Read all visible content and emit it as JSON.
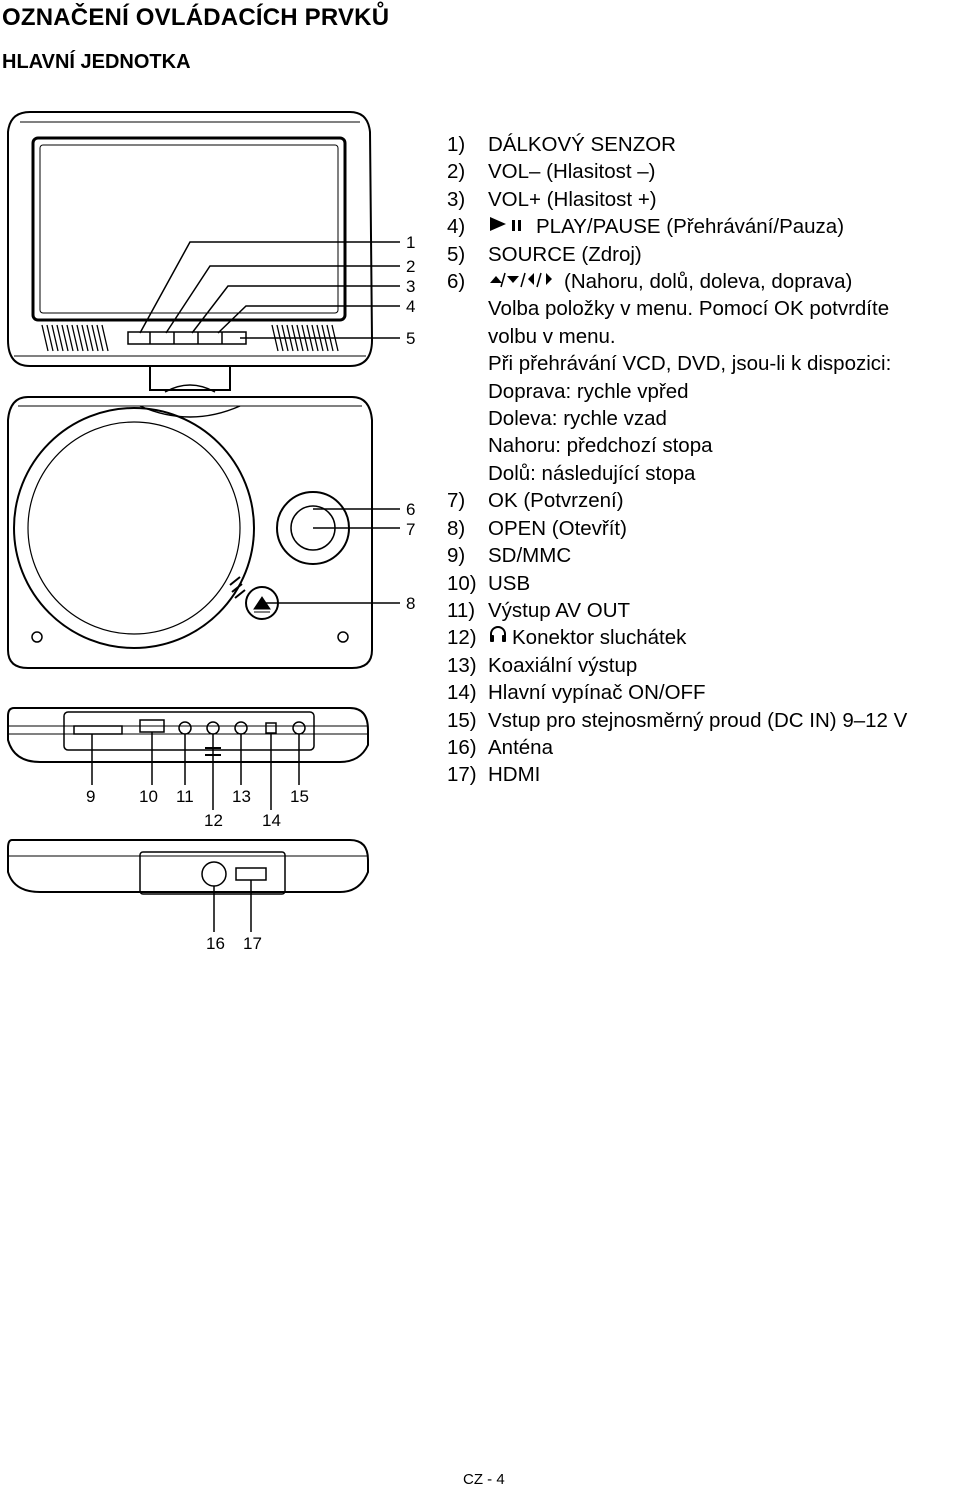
{
  "header": {
    "title": "OZNAČENÍ OVLÁDACÍCH PRVKŮ",
    "subtitle": "HLAVNÍ JEDNOTKA"
  },
  "figure": {
    "callouts": [
      "1",
      "2",
      "3",
      "4",
      "5",
      "6",
      "7",
      "8",
      "9",
      "10",
      "11",
      "12",
      "13",
      "14",
      "15",
      "16",
      "17"
    ]
  },
  "legend": {
    "items": [
      {
        "num": "1)",
        "text": "DÁLKOVÝ SENZOR"
      },
      {
        "num": "2)",
        "text": "VOL– (Hlasitost –)"
      },
      {
        "num": "3)",
        "text": "VOL+ (Hlasitost +)"
      },
      {
        "num": "4)",
        "text": "PLAY/PAUSE (Přehrávání/Pauza)",
        "icon": "play-pause-icon"
      },
      {
        "num": "5)",
        "text": "SOURCE (Zdroj)"
      },
      {
        "num": "6)",
        "text": "(Nahoru, dolů, doleva, doprava)",
        "icon": "arrows-icon"
      }
    ],
    "item6_lines": [
      "Volba položky v menu. Pomocí OK potvrdíte",
      "volbu v menu.",
      "Při přehrávání VCD, DVD, jsou-li k dispozici:",
      "Doprava: rychle vpřed",
      "Doleva: rychle vzad",
      "Nahoru: předchozí stopa",
      "Dolů: následující stopa"
    ],
    "items2": [
      {
        "num": "7)",
        "text": "OK (Potvrzení)"
      },
      {
        "num": "8)",
        "text": "OPEN (Otevřít)"
      },
      {
        "num": "9)",
        "text": "SD/MMC"
      },
      {
        "num": "10)",
        "text": "USB"
      },
      {
        "num": "11)",
        "text": "Výstup AV OUT"
      },
      {
        "num": "12)",
        "text": "Konektor sluchátek",
        "icon": "headphones-icon"
      },
      {
        "num": "13)",
        "text": "Koaxiální výstup"
      },
      {
        "num": "14)",
        "text": "Hlavní vypínač ON/OFF"
      },
      {
        "num": "15)",
        "text": "Vstup pro stejnosměrný proud (DC IN) 9–12 V"
      },
      {
        "num": "16)",
        "text": "Anténa"
      },
      {
        "num": "17)",
        "text": "HDMI"
      }
    ]
  },
  "footer": {
    "page": "CZ - 4"
  }
}
